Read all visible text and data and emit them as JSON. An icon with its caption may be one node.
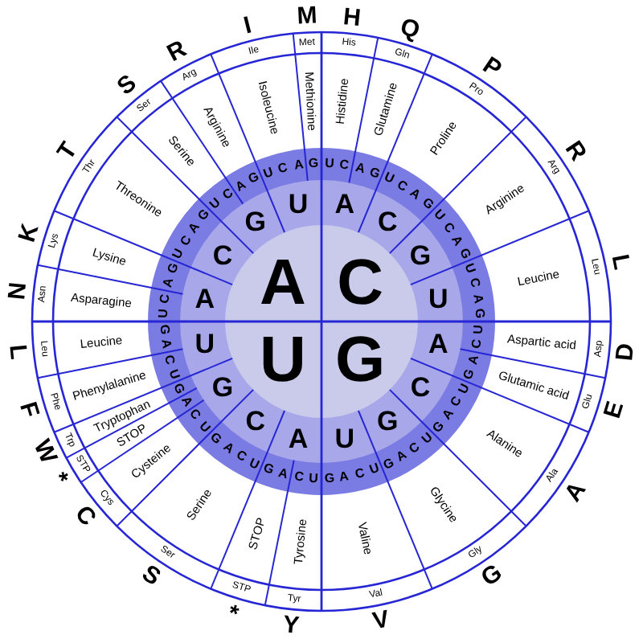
{
  "diagram": {
    "nodes": [
      {
        "text": [
          "A"
        ]
      },
      {
        "text": [
          "C"
        ]
      },
      {
        "text": [
          "G"
        ]
      },
      {
        "text": [
          "U"
        ]
      },
      {
        "text": [
          "A"
        ]
      },
      {
        "text": [
          "C"
        ]
      },
      {
        "text": [
          "G"
        ]
      },
      {
        "text": [
          "U"
        ]
      },
      {
        "text": [
          "A"
        ]
      },
      {
        "text": [
          "C"
        ]
      },
      {
        "text": [
          "G"
        ]
      },
      {
        "text": [
          "U"
        ]
      },
      {
        "text": [
          "A"
        ]
      },
      {
        "text": [
          "C"
        ]
      },
      {
        "text": [
          "G"
        ]
      },
      {
        "text": [
          "U"
        ]
      },
      {
        "text": [
          "A"
        ]
      },
      {
        "text": [
          "C"
        ]
      },
      {
        "text": [
          "G"
        ]
      },
      {
        "text": [
          "U"
        ]
      },
      {
        "text": [
          "Asparagine"
        ]
      },
      {
        "text": [
          "Lysine"
        ]
      },
      {
        "text": [
          "Threonine"
        ]
      },
      {
        "text": [
          "Serine"
        ]
      },
      {
        "text": [
          "Arginine"
        ]
      },
      {
        "text": [
          "Isoleucine"
        ]
      },
      {
        "text": [
          "Methionine"
        ]
      },
      {
        "text": [
          "Histidine"
        ]
      },
      {
        "text": [
          "Glutamine"
        ]
      },
      {
        "text": [
          "Proline"
        ]
      },
      {
        "text": [
          "Arginine"
        ]
      },
      {
        "text": [
          "Leucine"
        ]
      },
      {
        "text": [
          "Aspartic acid"
        ]
      },
      {
        "text": [
          "Glutamic acid"
        ]
      },
      {
        "text": [
          "Alanine"
        ]
      },
      {
        "text": [
          "Glycine"
        ]
      },
      {
        "text": [
          "Valine"
        ]
      },
      {
        "text": [
          "Tyrosine"
        ]
      },
      {
        "text": [
          "STOP"
        ]
      },
      {
        "text": [
          "Serine"
        ]
      },
      {
        "text": [
          "Cysteine"
        ]
      },
      {
        "text": [
          "STOP"
        ]
      },
      {
        "text": [
          "Tryptophan"
        ]
      },
      {
        "text": [
          "Phenylalanine"
        ]
      },
      {
        "text": [
          "Leucine"
        ]
      },
      {
        "text": [
          "Asn"
        ]
      },
      {
        "text": [
          "Lys"
        ]
      },
      {
        "text": [
          "Thr"
        ]
      },
      {
        "text": [
          "Ser"
        ]
      },
      {
        "text": [
          "Arg"
        ]
      },
      {
        "text": [
          "Ile"
        ]
      },
      {
        "text": [
          "Met"
        ]
      },
      {
        "text": [
          "His"
        ]
      },
      {
        "text": [
          "Gln"
        ]
      },
      {
        "text": [
          "Pro"
        ]
      },
      {
        "text": [
          "Arg"
        ]
      },
      {
        "text": [
          "Leu"
        ]
      },
      {
        "text": [
          "Asp"
        ]
      },
      {
        "text": [
          "Glu"
        ]
      },
      {
        "text": [
          "Ala"
        ]
      },
      {
        "text": [
          "Gly"
        ]
      },
      {
        "text": [
          "Val"
        ]
      },
      {
        "text": [
          "Tyr"
        ]
      },
      {
        "text": [
          "STP"
        ]
      },
      {
        "text": [
          "Ser"
        ]
      },
      {
        "text": [
          "Cys"
        ]
      },
      {
        "text": [
          "STP"
        ]
      },
      {
        "text": [
          "Trp"
        ]
      },
      {
        "text": [
          "Phe"
        ]
      },
      {
        "text": [
          "Leu"
        ]
      }
    ],
    "labels": [
      "U",
      "C",
      "A",
      "G",
      "U",
      "C",
      "A",
      "G",
      "U",
      "C",
      "A",
      "G",
      "U",
      "C",
      "A",
      "G",
      "U",
      "C",
      "A",
      "G",
      "U",
      "C",
      "A",
      "G",
      "U",
      "C",
      "A",
      "G",
      "U",
      "C",
      "A",
      "G",
      "U",
      "C",
      "A",
      "G",
      "U",
      "C",
      "A",
      "G",
      "U",
      "C",
      "A",
      "G",
      "U",
      "C",
      "A",
      "G",
      "U",
      "C",
      "A",
      "G",
      "U",
      "C",
      "A",
      "G",
      "U",
      "C",
      "A",
      "G",
      "U",
      "C",
      "A",
      "G",
      "N",
      "K",
      "T",
      "S",
      "R",
      "I",
      "M",
      "H",
      "Q",
      "P",
      "R",
      "L",
      "D",
      "E",
      "A",
      "G",
      "V",
      "Y",
      "*",
      "S",
      "C",
      "*",
      "W",
      "F",
      "L"
    ]
  }
}
